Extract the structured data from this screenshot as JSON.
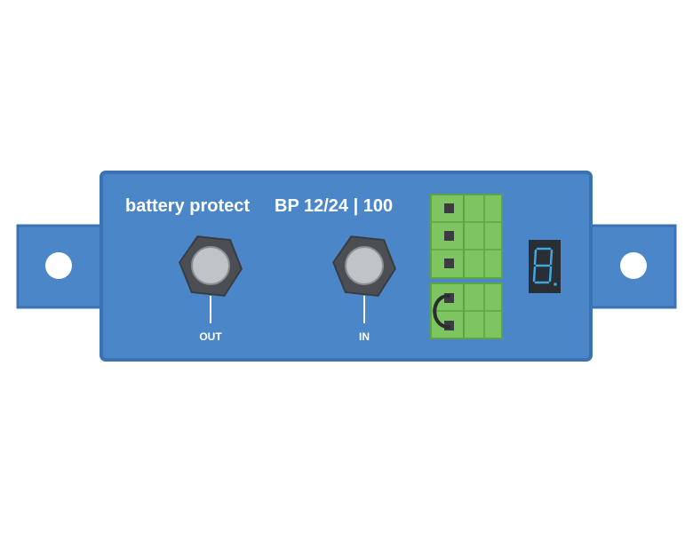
{
  "device": {
    "title": "battery protect",
    "model": "BP 12/24 | 100",
    "terminals": {
      "out_label": "OUT",
      "in_label": "IN"
    },
    "display": {
      "digit": "8."
    },
    "colors": {
      "body": "#4a86c8",
      "body_border": "#3a72b4",
      "bracket": "#4a86c8",
      "connector": "#7cc560",
      "connector_dark": "#5ea445",
      "display_bg": "#2a2f36",
      "display_segment": "#3ea8e0",
      "bolt_outer": "#4b4e52",
      "bolt_inner": "#bfc4c8"
    },
    "icons": [
      "mounting-hole-icon",
      "bolt-terminal-icon",
      "screw-terminal-icon",
      "wire-jumper-icon",
      "seven-segment-display-icon"
    ]
  }
}
